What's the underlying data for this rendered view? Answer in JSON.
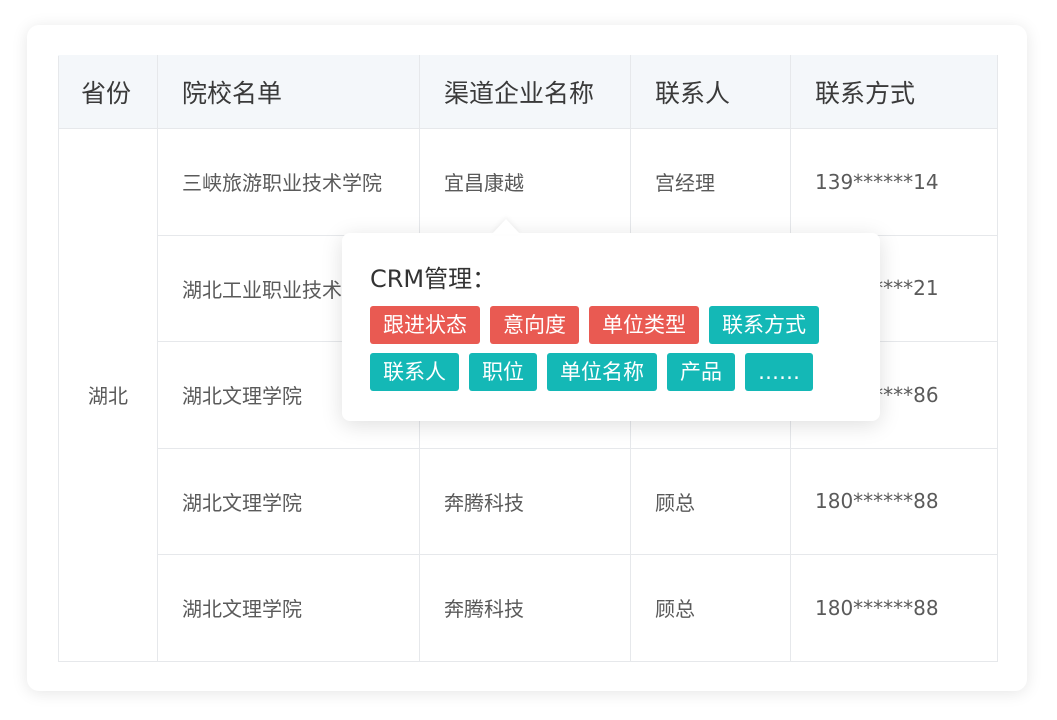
{
  "table": {
    "headers": [
      "省份",
      "院校名单",
      "渠道企业名称",
      "联系人",
      "联系方式"
    ],
    "province": "湖北",
    "rows": [
      {
        "school": "三峡旅游职业技术学院",
        "company": "宜昌康越",
        "contact": "宫经理",
        "phone": "139******14"
      },
      {
        "school": "湖北工业职业技术学院",
        "company": "",
        "contact": "",
        "phone": "139******21"
      },
      {
        "school": "湖北文理学院",
        "company": "",
        "contact": "",
        "phone": "180******86"
      },
      {
        "school": "湖北文理学院",
        "company": "奔腾科技",
        "contact": "顾总",
        "phone": "180******88"
      },
      {
        "school": "湖北文理学院",
        "company": "奔腾科技",
        "contact": "顾总",
        "phone": "180******88"
      }
    ]
  },
  "popover": {
    "title": "CRM管理：",
    "tags_row1": [
      {
        "label": "跟进状态",
        "color": "#e95a52"
      },
      {
        "label": "意向度",
        "color": "#e95a52"
      },
      {
        "label": "单位类型",
        "color": "#e95a52"
      },
      {
        "label": "联系方式",
        "color": "#14b8b6"
      }
    ],
    "tags_row2": [
      {
        "label": "联系人",
        "color": "#14b8b6"
      },
      {
        "label": "职位",
        "color": "#14b8b6"
      },
      {
        "label": "单位名称",
        "color": "#14b8b6"
      },
      {
        "label": "产品",
        "color": "#14b8b6"
      },
      {
        "label": "……",
        "color": "#14b8b6"
      }
    ]
  }
}
